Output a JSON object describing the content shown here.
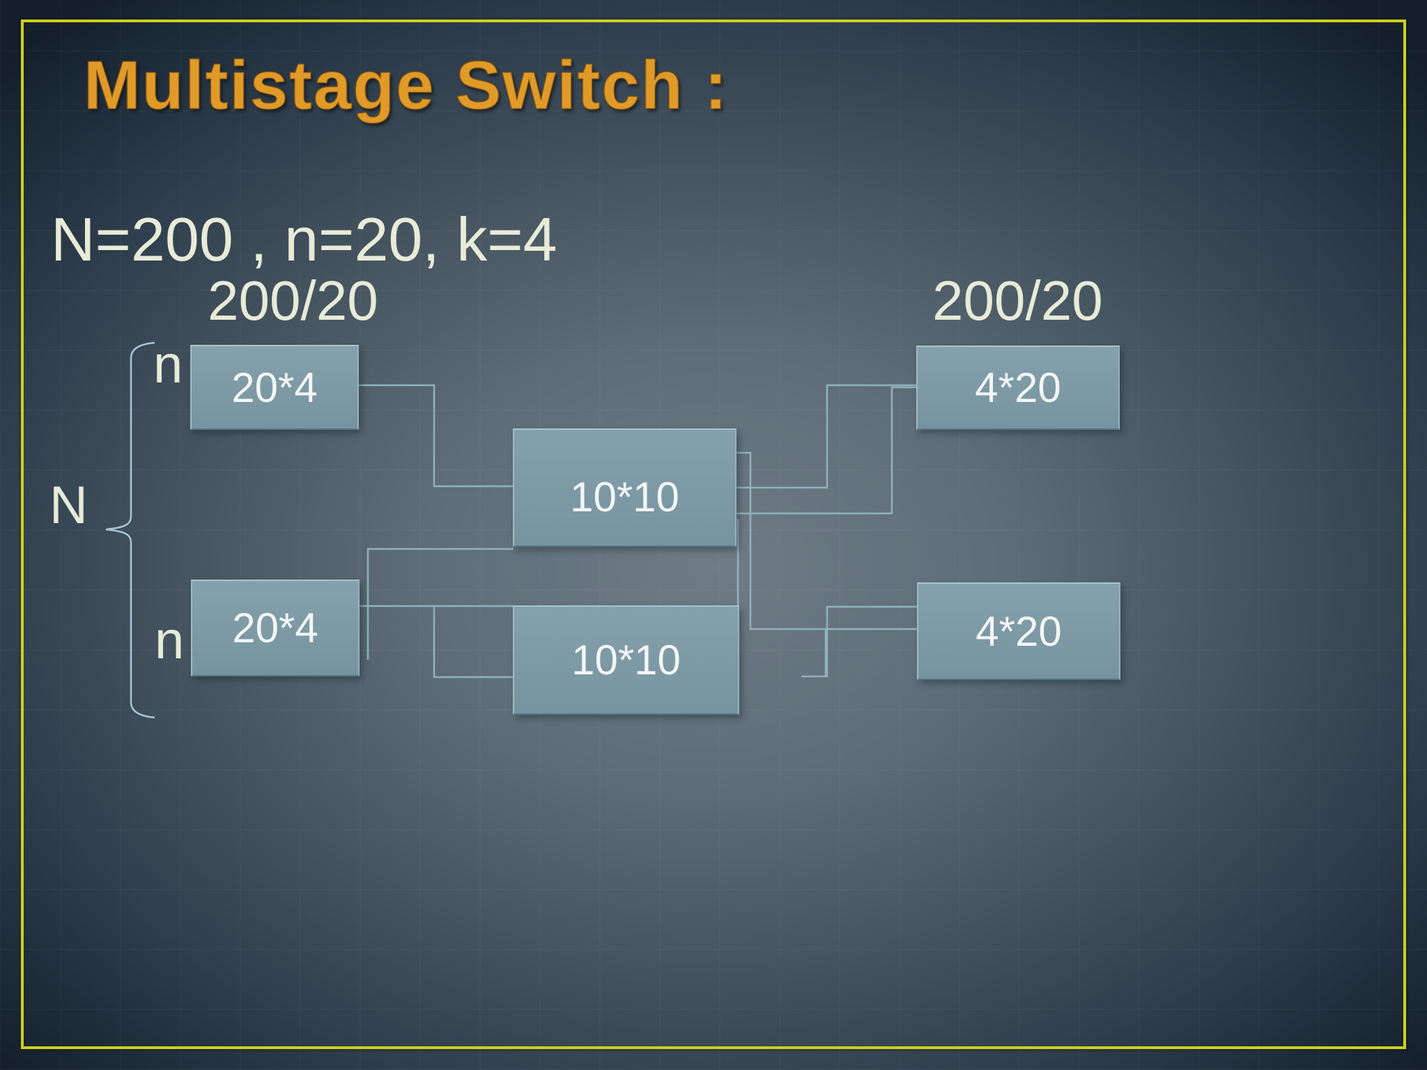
{
  "slide": {
    "title": "Multistage Switch :",
    "params": "N=200 , n=20, k=4",
    "left_stage_label": "200/20",
    "right_stage_label": "200/20",
    "n_top_label": "n",
    "n_bottom_label": "n",
    "big_n_label": "N"
  },
  "diagram": {
    "boxes": [
      {
        "id": "input-switch-1",
        "label": "20*4"
      },
      {
        "id": "input-switch-2",
        "label": "20*4"
      },
      {
        "id": "middle-switch-1",
        "label": "10*10"
      },
      {
        "id": "middle-switch-2",
        "label": "10*10"
      },
      {
        "id": "output-switch-1",
        "label": "4*20"
      },
      {
        "id": "output-switch-2",
        "label": "4*20"
      }
    ],
    "colors": {
      "slide_border": "#ccd11a",
      "title_text": "#e09a28",
      "body_text": "#e7ebd8",
      "box_fill": "#7d99a4",
      "box_border": "#a9c6cc",
      "box_text": "#f2f6f6",
      "connector_line": "#8fb4bc",
      "brace_line": "#a9c7d3",
      "background_center": "#6f7b85",
      "background_edge": "#141f2b"
    }
  }
}
